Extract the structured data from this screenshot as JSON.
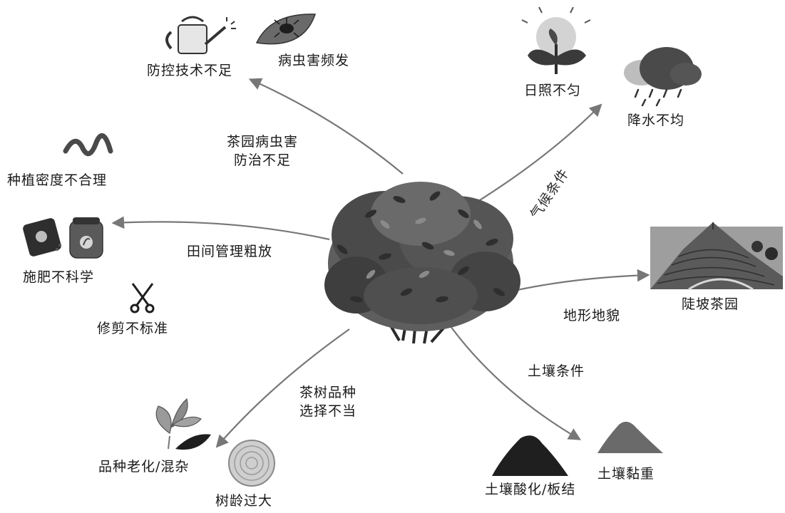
{
  "colors": {
    "arrow": "#777777",
    "foliage_dark": "#3a3a3a",
    "foliage_light": "#6b6b6b",
    "text": "#1a1a1a"
  },
  "center": {
    "icon": "tea-bush-icon"
  },
  "branches": {
    "pest": {
      "label_line1": "茶园病虫害",
      "label_line2": "防治不足",
      "items": [
        {
          "label": "防控技术不足",
          "icon": "watering-can-icon"
        },
        {
          "label": "病虫害频发",
          "icon": "bug-on-leaf-icon"
        }
      ]
    },
    "management": {
      "label": "田间管理粗放",
      "items": [
        {
          "label": "种植密度不合理",
          "icon": "wavy-line-icon"
        },
        {
          "label": "施肥不科学",
          "icon": "fertilizer-bag-icon"
        },
        {
          "label": "修剪不标准",
          "icon": "scissors-icon"
        }
      ]
    },
    "variety": {
      "label_line1": "茶树品种",
      "label_line2": "选择不当",
      "items": [
        {
          "label": "品种老化/混杂",
          "icon": "tea-leaves-icon"
        },
        {
          "label": "树龄过大",
          "icon": "tree-rings-icon"
        }
      ]
    },
    "climate": {
      "label": "气候条件",
      "items": [
        {
          "label": "日照不匀",
          "icon": "sun-sprout-icon"
        },
        {
          "label": "降水不均",
          "icon": "rain-cloud-icon"
        }
      ]
    },
    "terrain": {
      "label": "地形地貌",
      "items": [
        {
          "label": "陡坡茶园",
          "icon": "terraced-hill-icon"
        }
      ]
    },
    "soil": {
      "label": "土壤条件",
      "items": [
        {
          "label": "土壤酸化/板结",
          "icon": "dark-soil-pile-icon"
        },
        {
          "label": "土壤黏重",
          "icon": "clay-soil-pile-icon"
        }
      ]
    }
  }
}
